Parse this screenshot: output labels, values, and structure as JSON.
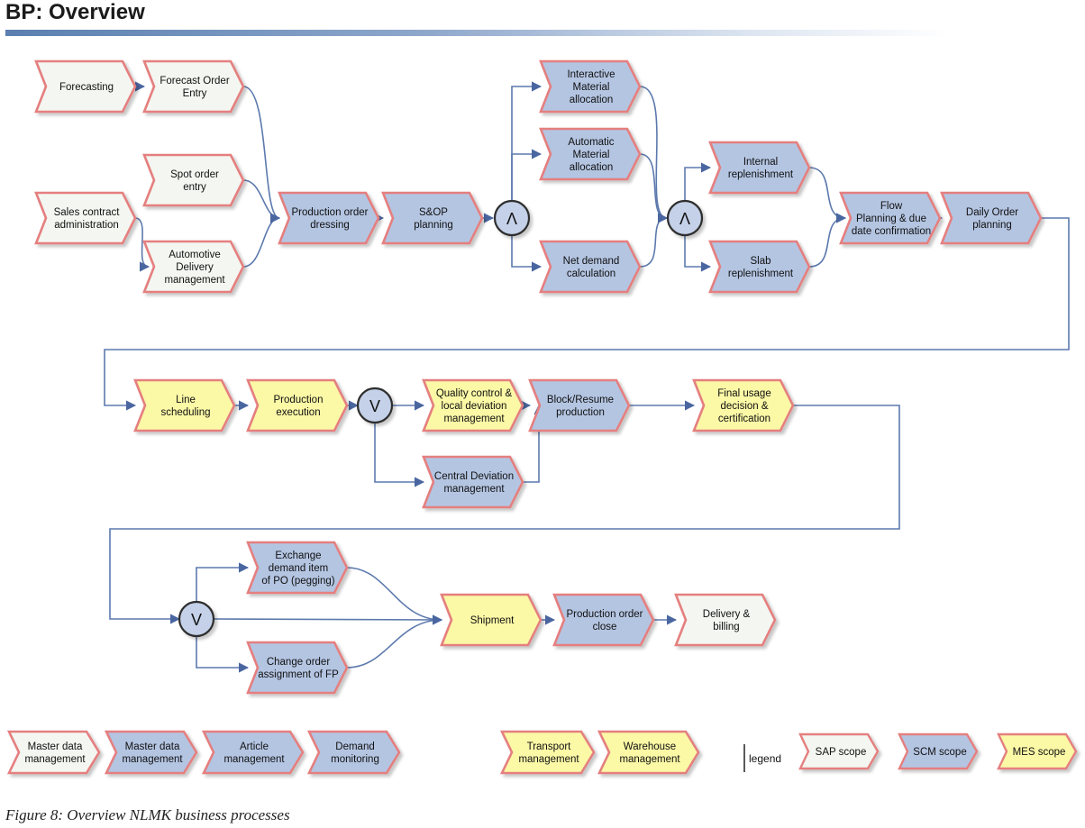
{
  "header": {
    "title": "BP: Overview"
  },
  "caption": "Figure 8: Overview NLMK business processes",
  "colors": {
    "sap": "#f4f6f1",
    "scm": "#b4c5e2",
    "mes": "#fbf8a6",
    "border": "#e57f7f",
    "connector": "#5c79ad",
    "gate": "#c4d1e8"
  },
  "processes": {
    "forecasting": {
      "lines": [
        "Forecasting"
      ],
      "scope": "sap"
    },
    "forecast_order_entry": {
      "lines": [
        "Forecast Order",
        "Entry"
      ],
      "scope": "sap"
    },
    "spot_order_entry": {
      "lines": [
        "Spot order",
        "entry"
      ],
      "scope": "sap"
    },
    "sales_contract_administration": {
      "lines": [
        "Sales contract",
        "administration"
      ],
      "scope": "sap"
    },
    "automotive_delivery_management": {
      "lines": [
        "Automotive",
        "Delivery",
        "management"
      ],
      "scope": "sap"
    },
    "production_order_dressing": {
      "lines": [
        "Production order",
        "dressing"
      ],
      "scope": "scm"
    },
    "sop_planning": {
      "lines": [
        "S&OP",
        "planning"
      ],
      "scope": "scm"
    },
    "interactive_material_allocation": {
      "lines": [
        "Interactive",
        "Material",
        "allocation"
      ],
      "scope": "scm"
    },
    "automatic_material_allocation": {
      "lines": [
        "Automatic",
        "Material",
        "allocation"
      ],
      "scope": "scm"
    },
    "net_demand_calculation": {
      "lines": [
        "Net demand",
        "calculation"
      ],
      "scope": "scm"
    },
    "internal_replenishment": {
      "lines": [
        "Internal",
        "replenishment"
      ],
      "scope": "scm"
    },
    "slab_replenishment": {
      "lines": [
        "Slab",
        "replenishment"
      ],
      "scope": "scm"
    },
    "flow_planning": {
      "lines": [
        "Flow",
        "Planning & due",
        "date confirmation"
      ],
      "scope": "scm"
    },
    "daily_order_planning": {
      "lines": [
        "Daily Order",
        "planning"
      ],
      "scope": "scm"
    },
    "line_scheduling": {
      "lines": [
        "Line",
        "scheduling"
      ],
      "scope": "mes"
    },
    "production_execution": {
      "lines": [
        "Production",
        "execution"
      ],
      "scope": "mes"
    },
    "quality_control": {
      "lines": [
        "Quality control &",
        "local deviation",
        "management"
      ],
      "scope": "mes"
    },
    "block_resume_production": {
      "lines": [
        "Block/Resume",
        "production"
      ],
      "scope": "scm"
    },
    "final_usage_decision": {
      "lines": [
        "Final usage",
        "decision &",
        "certification"
      ],
      "scope": "mes"
    },
    "central_deviation_management": {
      "lines": [
        "Central Deviation",
        "management"
      ],
      "scope": "scm"
    },
    "exchange_demand_item": {
      "lines": [
        "Exchange",
        "demand item",
        "of PO (pegging)"
      ],
      "scope": "scm"
    },
    "change_order_assignment": {
      "lines": [
        "Change order",
        "assignment of FP"
      ],
      "scope": "scm"
    },
    "shipment": {
      "lines": [
        "Shipment"
      ],
      "scope": "mes"
    },
    "production_order_close": {
      "lines": [
        "Production order",
        "close"
      ],
      "scope": "scm"
    },
    "delivery_billing": {
      "lines": [
        "Delivery &",
        "billing"
      ],
      "scope": "sap"
    },
    "master_data_management_sap": {
      "lines": [
        "Master data",
        "management"
      ],
      "scope": "sap"
    },
    "master_data_management_scm": {
      "lines": [
        "Master data",
        "management"
      ],
      "scope": "scm"
    },
    "article_management": {
      "lines": [
        "Article",
        "management"
      ],
      "scope": "scm"
    },
    "demand_monitoring": {
      "lines": [
        "Demand",
        "monitoring"
      ],
      "scope": "scm"
    },
    "transport_management": {
      "lines": [
        "Transport",
        "management"
      ],
      "scope": "mes"
    },
    "warehouse_management": {
      "lines": [
        "Warehouse",
        "management"
      ],
      "scope": "mes"
    }
  },
  "gates": {
    "and_1": "Λ",
    "and_2": "Λ",
    "or_1": "V",
    "or_2": "V"
  },
  "legend": {
    "label": "legend",
    "sap": "SAP scope",
    "scm": "SCM scope",
    "mes": "MES scope"
  }
}
